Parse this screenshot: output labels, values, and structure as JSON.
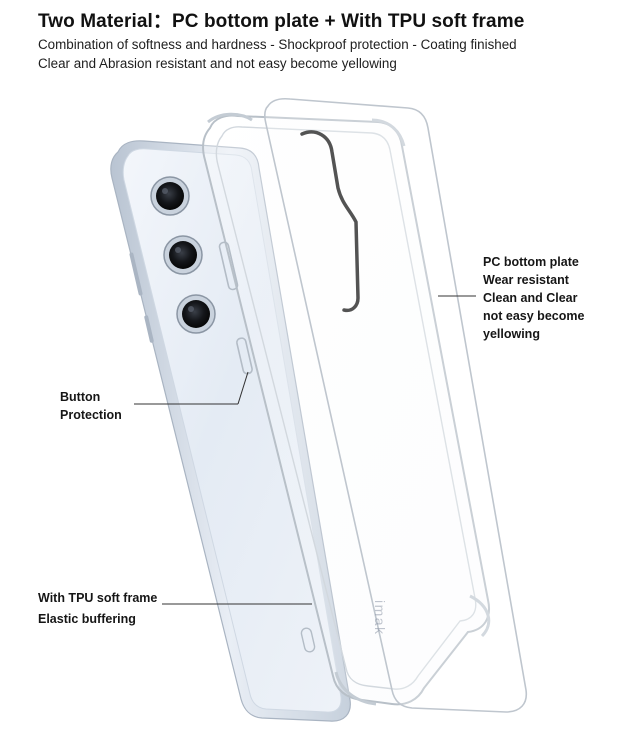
{
  "header": {
    "title": "Two Material：PC bottom plate + With TPU soft frame",
    "line1": "Combination of softness and hardness - Shockproof protection - Coating finished",
    "line2": "Clear and Abrasion resistant and not easy become yellowing"
  },
  "callouts": {
    "pc_plate": [
      "PC bottom plate",
      "Wear resistant",
      "Clean and Clear",
      "not easy become",
      "yellowing"
    ],
    "button": [
      "Button",
      "Protection"
    ],
    "tpu_frame": [
      "With TPU soft frame",
      "Elastic buffering"
    ]
  },
  "brand": "imak",
  "colors": {
    "text": "#111111",
    "phone_body": "#dfe7f1",
    "phone_frame": "#c9d3df",
    "camera": "#1a1a1a",
    "case_outline": "#b8c0c8"
  },
  "icons": [
    "camera-lens-icon",
    "camera-lens-icon",
    "camera-lens-icon"
  ]
}
